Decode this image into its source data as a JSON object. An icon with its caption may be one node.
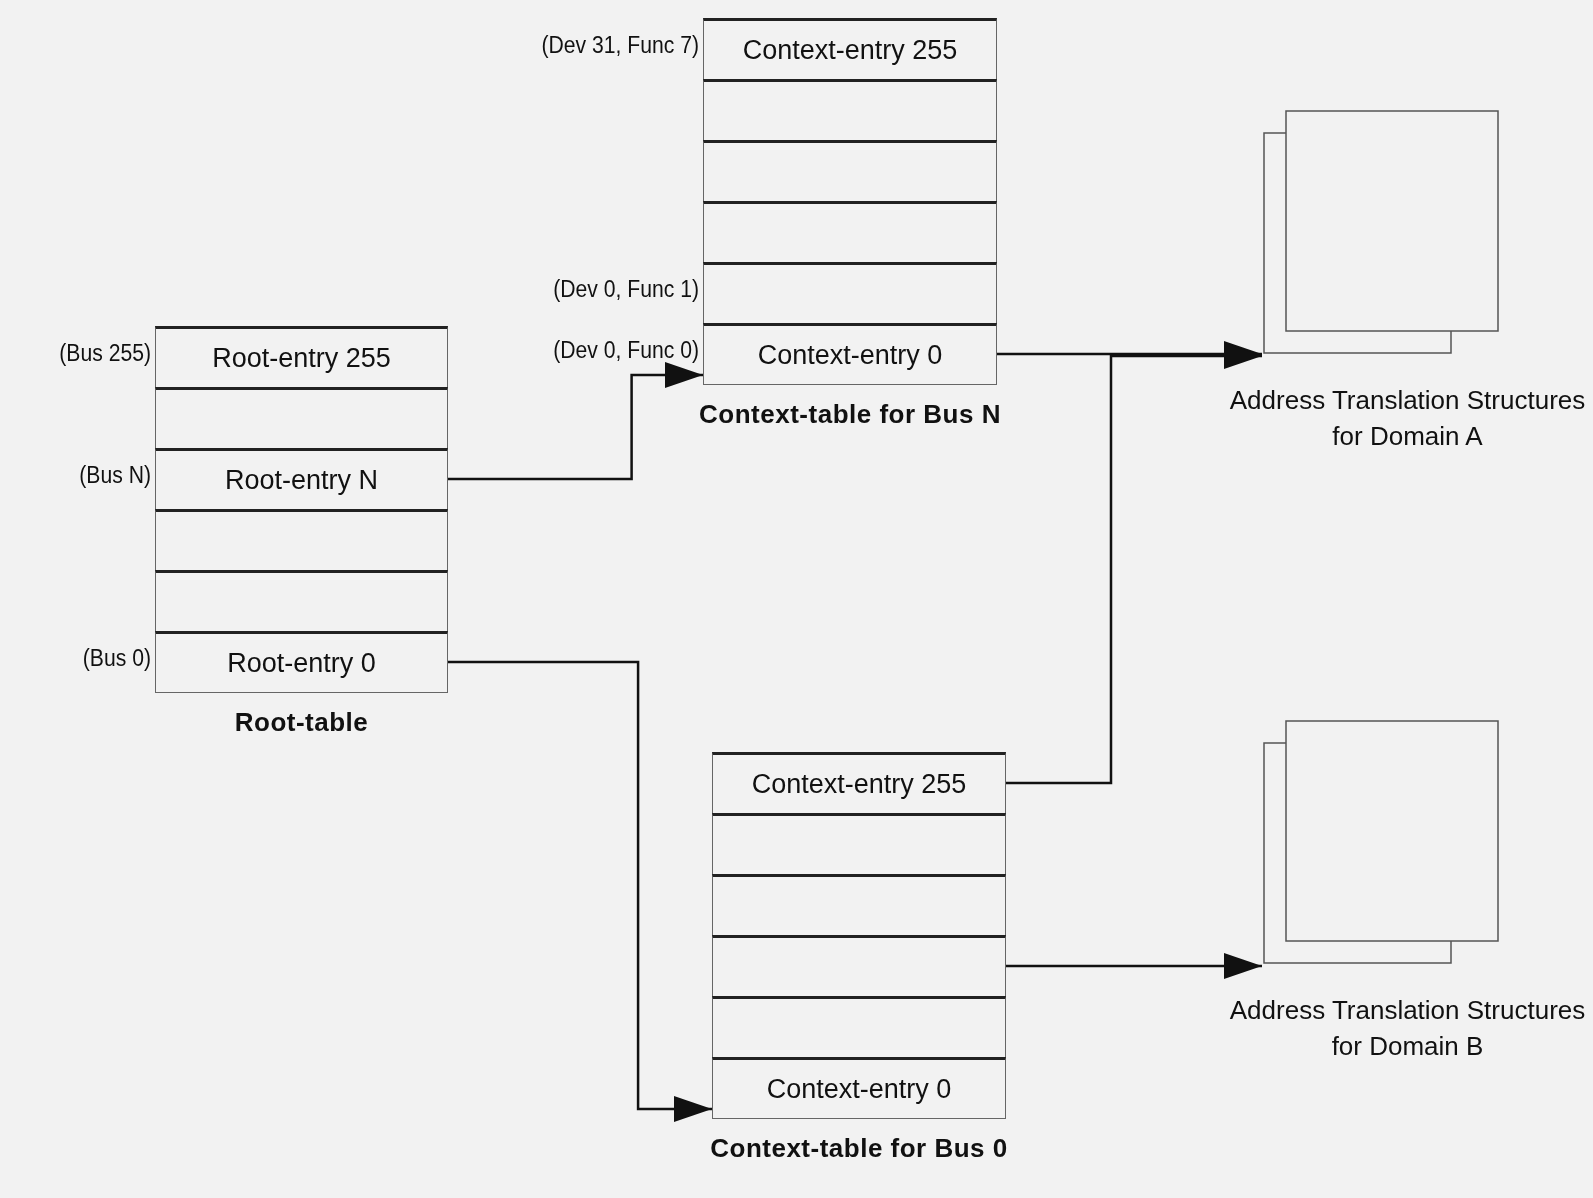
{
  "diagram": {
    "nodes": [
      {
        "text": [
          "Root-table"
        ]
      },
      {
        "text": [
          "Root-entry 255"
        ],
        "in": 0,
        "beside": [
          "(Bus 255)"
        ]
      },
      {
        "text": [],
        "shape": "box",
        "in": 0
      },
      {
        "text": [
          "Root-entry N"
        ],
        "in": 0,
        "beside": [
          "(Bus N)"
        ]
      },
      {
        "text": [],
        "shape": "box",
        "in": 0
      },
      {
        "text": [],
        "shape": "box",
        "in": 0
      },
      {
        "text": [
          "Root-entry 0"
        ],
        "in": 0,
        "beside": [
          "(Bus 0)"
        ]
      },
      {
        "text": [
          "Context-table for Bus N"
        ]
      },
      {
        "text": [
          "Context-entry 255"
        ],
        "in": 7,
        "beside": [
          "(Dev 31, Func 7)"
        ]
      },
      {
        "text": [],
        "shape": "box",
        "in": 7
      },
      {
        "text": [],
        "shape": "box",
        "in": 7
      },
      {
        "text": [],
        "shape": "box",
        "in": 7
      },
      {
        "text": [],
        "shape": "box",
        "in": 7,
        "beside": [
          "(Dev 0, Func 1)"
        ]
      },
      {
        "text": [
          "Context-entry 0"
        ],
        "in": 7,
        "beside": [
          "(Dev 0, Func 0)"
        ]
      },
      {
        "text": [
          "Context-table for Bus 0"
        ]
      },
      {
        "text": [
          "Context-entry 255"
        ],
        "in": 14
      },
      {
        "text": [],
        "shape": "box",
        "in": 14
      },
      {
        "text": [],
        "shape": "box",
        "in": 14
      },
      {
        "text": [],
        "shape": "box",
        "in": 14
      },
      {
        "text": [],
        "shape": "box",
        "in": 14
      },
      {
        "text": [
          "Context-entry 0"
        ],
        "in": 14
      },
      {
        "text": [
          "Address Translation Structures for Domain A"
        ]
      },
      {
        "text": [
          "Address Translation Structures for Domain B"
        ]
      }
    ],
    "edges": [
      {
        "from": 3,
        "to": 7,
        "arrow": "to"
      },
      {
        "from": 6,
        "to": 14,
        "arrow": "to"
      },
      {
        "from": 13,
        "to": 21,
        "arrow": "to"
      },
      {
        "from": 15,
        "to": 21,
        "arrow": "to"
      },
      {
        "from": 18,
        "to": 22,
        "arrow": "to"
      }
    ]
  }
}
